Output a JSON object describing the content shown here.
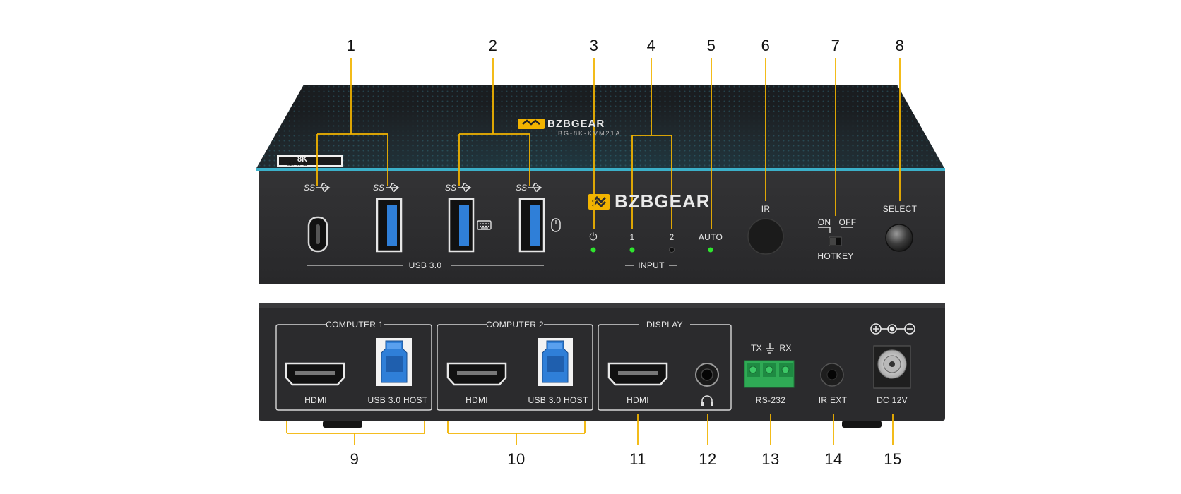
{
  "callouts": [
    "1",
    "2",
    "3",
    "4",
    "5",
    "6",
    "7",
    "8",
    "9",
    "10",
    "11",
    "12",
    "13",
    "14",
    "15"
  ],
  "front_panel": {
    "brand_top": "BZBGEAR",
    "model": "BG-8K-KVM21A",
    "brand_front": "BZBGEAR",
    "badge_8k": "8K",
    "badge_sub": "ULTRA HD",
    "usb_group_label": "USB 3.0",
    "power_label": "⏻",
    "input_1": "1",
    "input_2": "2",
    "input_group_label": "INPUT",
    "auto_label": "AUTO",
    "ir_label": "IR",
    "hotkey_on": "ON",
    "hotkey_off": "OFF",
    "hotkey_label": "HOTKEY",
    "select_label": "SELECT"
  },
  "rear_panel": {
    "computer1_title": "COMPUTER 1",
    "computer2_title": "COMPUTER 2",
    "display_title": "DISPLAY",
    "hdmi_label": "HDMI",
    "usb_host_label": "USB 3.0 HOST",
    "rs232_tx": "TX",
    "rs232_rx": "RX",
    "rs232_label": "RS-232",
    "ir_ext_label": "IR EXT",
    "dc_label": "DC 12V"
  },
  "colors": {
    "callout_line": "#f2b400",
    "panel": "#2b2b2d",
    "usb_blue": "#2f7fd8",
    "led_green": "#2ee62e",
    "terminal_green": "#2faa55",
    "accent_teal": "#3bb0c9"
  }
}
